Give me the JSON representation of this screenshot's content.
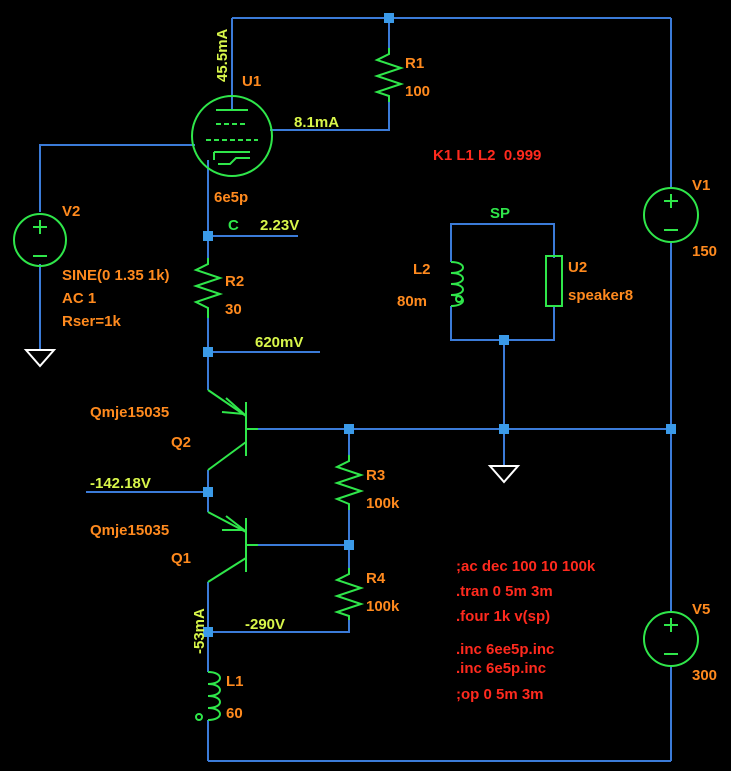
{
  "colors": {
    "background": "#000000",
    "wire": "#3b7bd8",
    "component": "#2fe64a",
    "label_orange": "#ff8a1e",
    "label_yellow": "#d8f64a",
    "label_green": "#2fe64a",
    "directive_red": "#ff2a1e"
  },
  "components": {
    "u1": {
      "name": "U1",
      "value": "6e5p"
    },
    "r1": {
      "name": "R1",
      "value": "100"
    },
    "r2": {
      "name": "R2",
      "value": "30"
    },
    "r3": {
      "name": "R3",
      "value": "100k"
    },
    "r4": {
      "name": "R4",
      "value": "100k"
    },
    "v1": {
      "name": "V1",
      "value": "150"
    },
    "v2": {
      "name": "V2",
      "line1": "SINE(0 1.35 1k)",
      "line2": "AC 1",
      "line3": "Rser=1k"
    },
    "v5": {
      "name": "V5",
      "value": "300"
    },
    "l1": {
      "name": "L1",
      "value": "60"
    },
    "l2": {
      "name": "L2",
      "value": "80m"
    },
    "u2": {
      "name": "U2",
      "value": "speaker8"
    },
    "q1": {
      "name": "Q1",
      "model": "Qmje15035"
    },
    "q2": {
      "name": "Q2",
      "model": "Qmje15035"
    }
  },
  "nets": {
    "c": "C",
    "sp": "SP"
  },
  "annotations": {
    "anode_current": "45.5mA",
    "r1_current": "8.1mA",
    "c_voltage": "2.23V",
    "r2_voltage": "620mV",
    "q_mid_voltage": "-142.18V",
    "q1_current": "-53mA",
    "q1_emitter_voltage": "-290V"
  },
  "coupling": "K1 L1 L2  0.999",
  "directives": [
    ";ac dec 100 10 100k",
    ".tran 0 5m 3m",
    ".four 1k v(sp)",
    ".inc 6ee5p.inc",
    ".inc 6e5p.inc",
    ";op 0 5m 3m"
  ]
}
